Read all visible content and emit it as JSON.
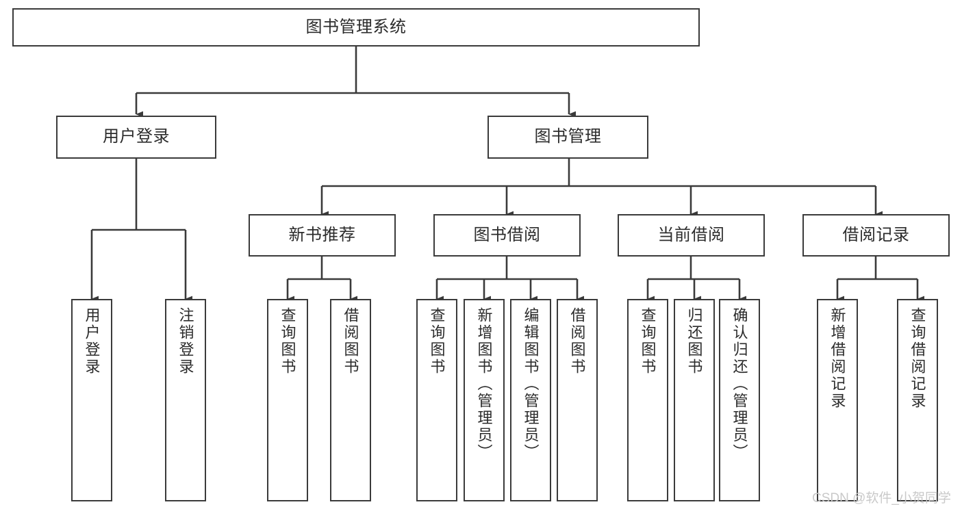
{
  "diagram": {
    "type": "hierarchy-tree",
    "title": "图书管理系统",
    "watermark": "CSDN @软件_小贺同学",
    "colors": {
      "stroke": "#3a3a3a",
      "fill": "#ffffff",
      "text": "#2b2b2b",
      "watermark": "#c9c9c9"
    },
    "nodes": {
      "root": {
        "label": "图书管理系统"
      },
      "level2": [
        {
          "id": "user-login",
          "label": "用户登录"
        },
        {
          "id": "book-management",
          "label": "图书管理"
        }
      ],
      "level3": [
        {
          "id": "new-book-recommend",
          "label": "新书推荐"
        },
        {
          "id": "book-borrow",
          "label": "图书借阅"
        },
        {
          "id": "current-borrow",
          "label": "当前借阅"
        },
        {
          "id": "borrow-record",
          "label": "借阅记录"
        }
      ],
      "leaves": [
        {
          "id": "leaf-user-login",
          "label": "用户登录",
          "parent": "user-login"
        },
        {
          "id": "leaf-logout",
          "label": "注销登录",
          "parent": "user-login"
        },
        {
          "id": "leaf-query-book-1",
          "label": "查询图书",
          "parent": "new-book-recommend"
        },
        {
          "id": "leaf-borrow-book-1",
          "label": "借阅图书",
          "parent": "new-book-recommend"
        },
        {
          "id": "leaf-query-book-2",
          "label": "查询图书",
          "parent": "book-borrow"
        },
        {
          "id": "leaf-add-book",
          "label": "新增图书（管理员）",
          "parent": "book-borrow"
        },
        {
          "id": "leaf-edit-book",
          "label": "编辑图书（管理员）",
          "parent": "book-borrow"
        },
        {
          "id": "leaf-borrow-book-2",
          "label": "借阅图书",
          "parent": "book-borrow"
        },
        {
          "id": "leaf-query-book-3",
          "label": "查询图书",
          "parent": "current-borrow"
        },
        {
          "id": "leaf-return-book",
          "label": "归还图书",
          "parent": "current-borrow"
        },
        {
          "id": "leaf-confirm-return",
          "label": "确认归还（管理员）",
          "parent": "current-borrow"
        },
        {
          "id": "leaf-add-record",
          "label": "新增借阅记录",
          "parent": "borrow-record"
        },
        {
          "id": "leaf-query-record",
          "label": "查询借阅记录",
          "parent": "borrow-record"
        }
      ]
    }
  }
}
